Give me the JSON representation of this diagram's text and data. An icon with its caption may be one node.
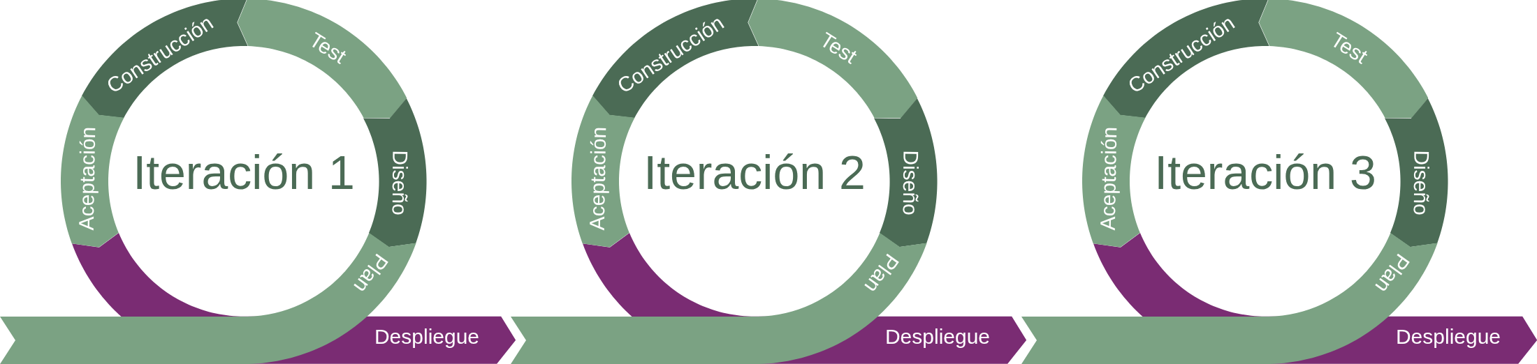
{
  "diagram": {
    "nodes": [
      {
        "text": [
          "Construcción"
        ]
      },
      {
        "text": [
          "Test"
        ]
      },
      {
        "text": [
          "Aceptación"
        ]
      },
      {
        "text": [
          "Diseño"
        ]
      },
      {
        "text": [
          "Plan"
        ]
      },
      {
        "text": [
          "Despliegue"
        ]
      },
      {
        "text": [
          "Construcción"
        ]
      },
      {
        "text": [
          "Test"
        ]
      },
      {
        "text": [
          "Aceptación"
        ]
      },
      {
        "text": [
          "Diseño"
        ]
      },
      {
        "text": [
          "Plan"
        ]
      },
      {
        "text": [
          "Despliegue"
        ]
      },
      {
        "text": [
          "Construcción"
        ]
      },
      {
        "text": [
          "Test"
        ]
      },
      {
        "text": [
          "Aceptación"
        ]
      },
      {
        "text": [
          "Diseño"
        ]
      },
      {
        "text": [
          "Plan"
        ]
      },
      {
        "text": [
          "Despliegue"
        ]
      }
    ],
    "labels": [
      "Iteración 1",
      "Iteración 2",
      "Iteración 3"
    ]
  }
}
